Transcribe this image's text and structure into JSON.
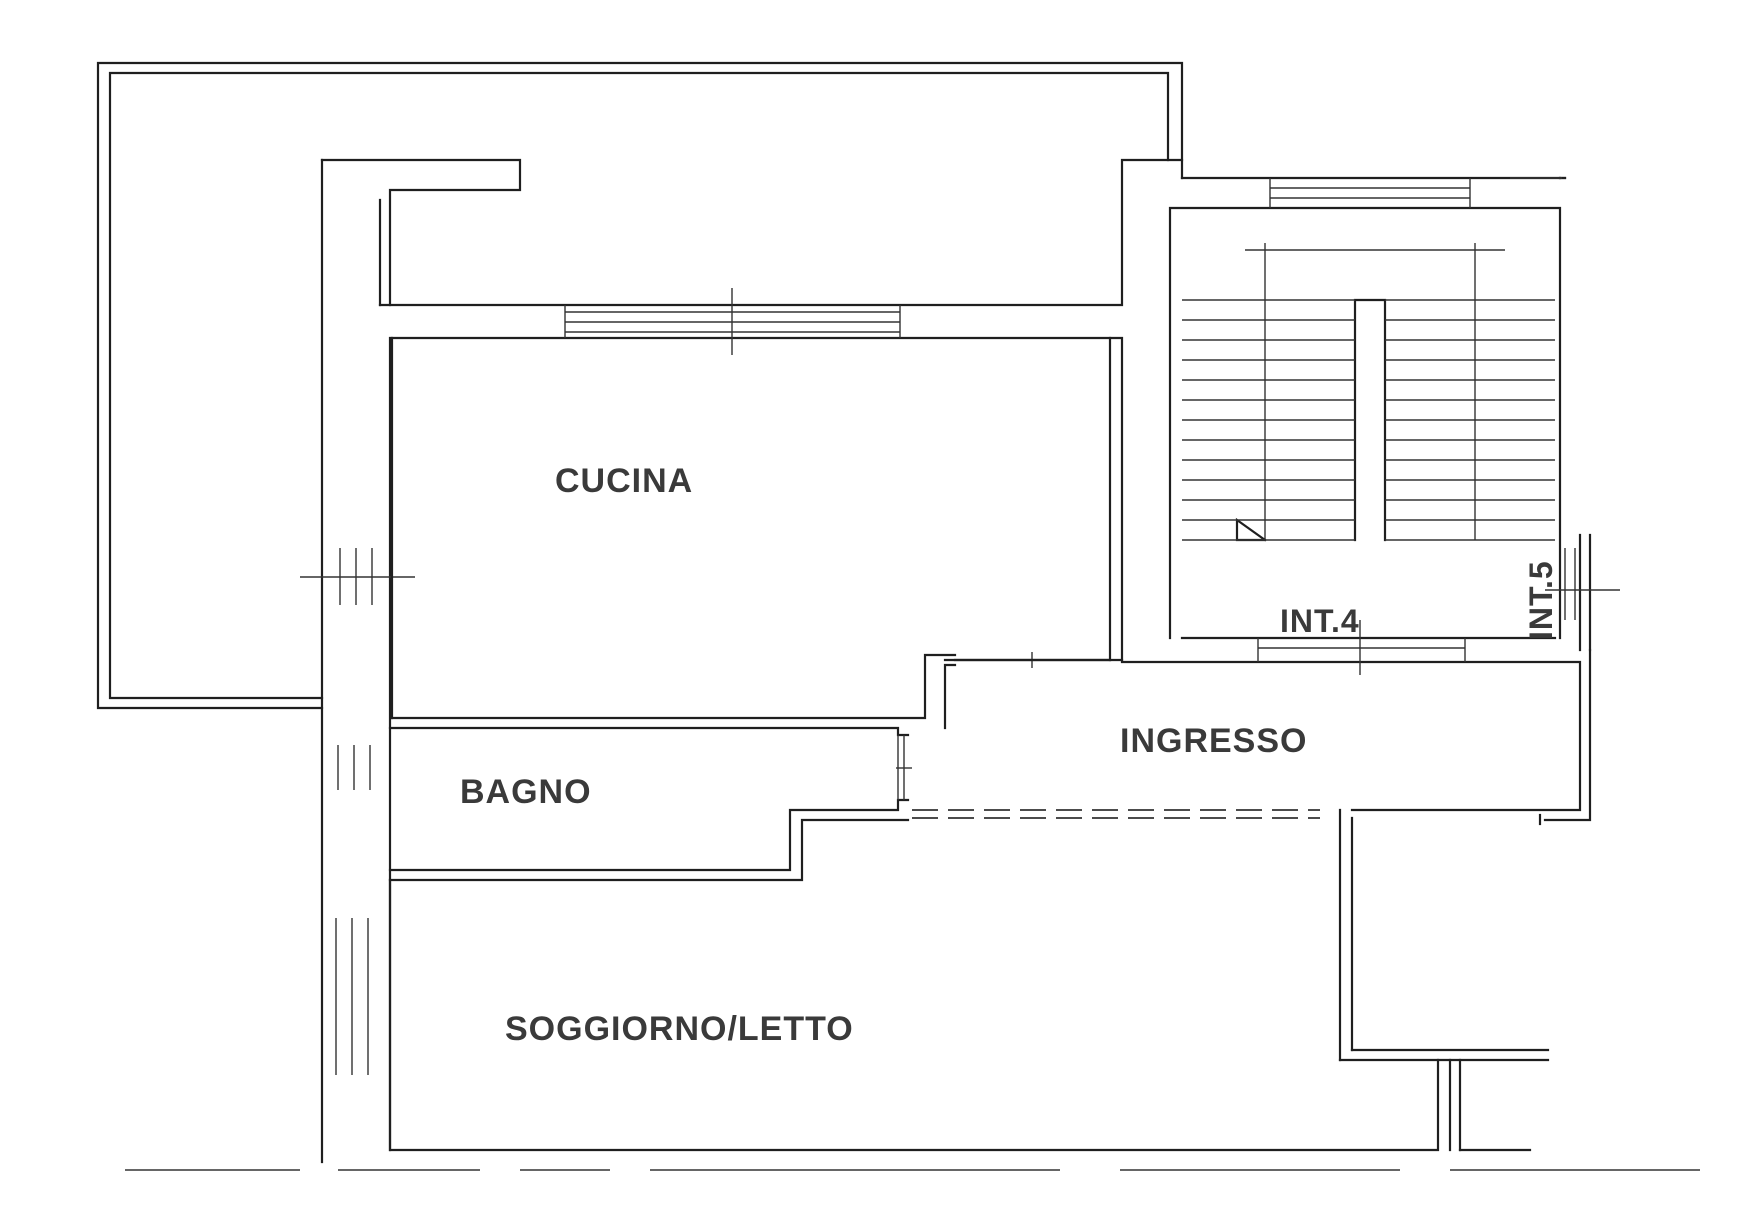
{
  "rooms": {
    "cucina": "CUCINA",
    "bagno": "BAGNO",
    "ingresso": "INGRESSO",
    "soggiorno": "SOGGIORNO/LETTO"
  },
  "units": {
    "int4": "INT.4",
    "int5": "INT.5"
  },
  "colors": {
    "line": "#1f1f1f",
    "text": "#3a3a3a",
    "paper": "#ffffff"
  }
}
